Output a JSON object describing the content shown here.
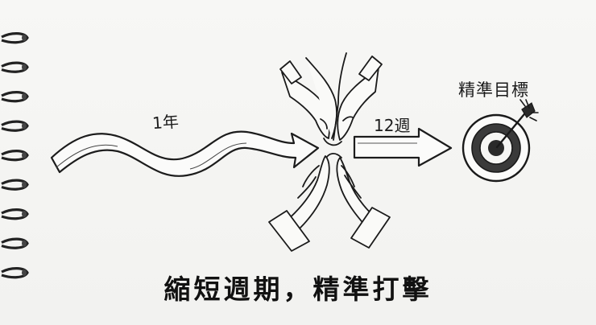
{
  "labels": {
    "duration_before": "1年",
    "duration_after": "12週",
    "goal": "精準目標"
  },
  "caption": "縮短週期，精準打擊",
  "icons": {
    "spiral_binding": "notebook-binding-rings",
    "wavy_arrow": "wavy-arrow-icon",
    "straight_arrow": "straight-arrow-icon",
    "hands": "squeezing-hands-icon",
    "target": "bullseye-target-icon",
    "dart": "arrow-dart-icon"
  },
  "colors": {
    "paper": "#f4f4f2",
    "ink": "#1b1b1b",
    "binding": "#2a2a2a"
  }
}
